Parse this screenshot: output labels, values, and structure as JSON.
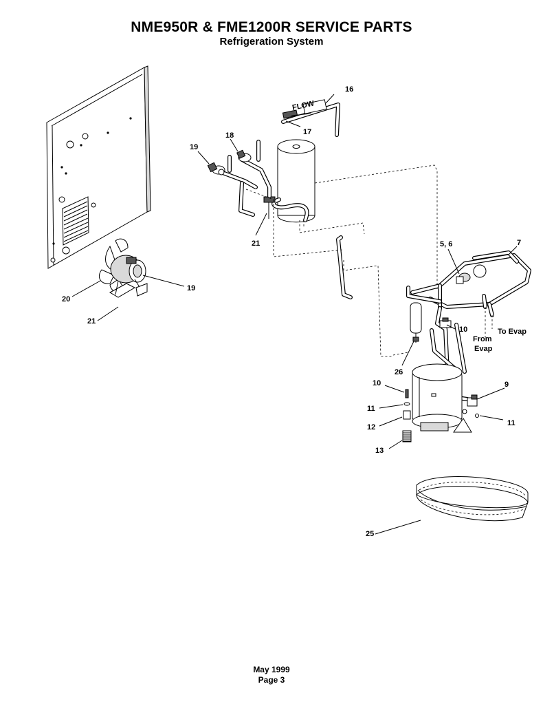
{
  "header": {
    "title": "NME950R & FME1200R SERVICE PARTS",
    "subtitle": "Refrigeration System"
  },
  "callouts": {
    "c16": "16",
    "c17": "17",
    "c18": "18",
    "c19a": "19",
    "c21a": "21",
    "c19b": "19",
    "c20": "20",
    "c21b": "21",
    "c56": "5, 6",
    "c7": "7",
    "c10a": "10",
    "c26": "26",
    "c9": "9",
    "c10b": "10",
    "c11a": "11",
    "c11b": "11",
    "c12": "12",
    "c13": "13",
    "c25": "25"
  },
  "labels": {
    "flow": "FLOW",
    "to_evap": "To Evap",
    "from": "From",
    "evap": "Evap"
  },
  "footer": {
    "date": "May 1999",
    "page": "Page 3"
  }
}
